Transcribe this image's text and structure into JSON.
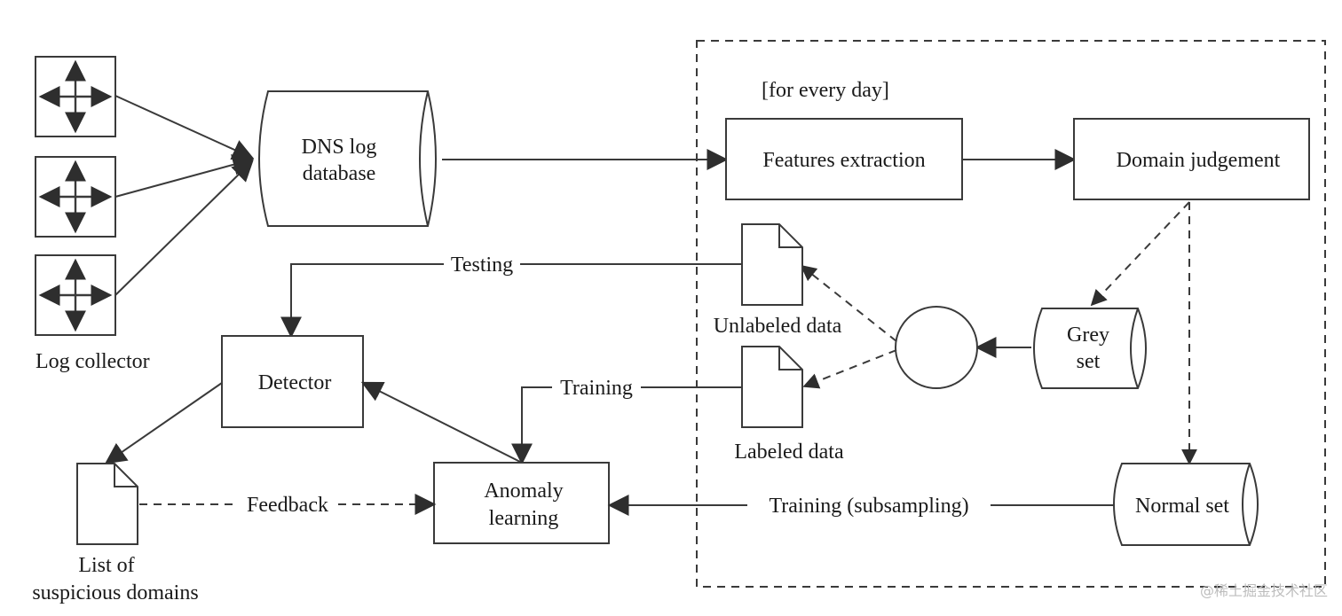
{
  "diagram": {
    "nodes": {
      "log_collector": {
        "label": "Log collector"
      },
      "dns_db": {
        "line1": "DNS log",
        "line2": "database"
      },
      "frame": {
        "caption": "[for every day]"
      },
      "features": {
        "label": "Features extraction"
      },
      "judgement": {
        "label": "Domain judgement"
      },
      "unlabeled": {
        "label": "Unlabeled data"
      },
      "labeled": {
        "label": "Labeled data"
      },
      "grey": {
        "line1": "Grey",
        "line2": "set"
      },
      "normal": {
        "label": "Normal set"
      },
      "detector": {
        "label": "Detector"
      },
      "anomaly": {
        "line1": "Anomaly",
        "line2": "learning"
      },
      "suspicious": {
        "line1": "List of",
        "line2": "suspicious domains"
      }
    },
    "edges": {
      "testing": "Testing",
      "training": "Training",
      "feedback": "Feedback",
      "training_sub": "Training (subsampling)"
    }
  },
  "watermark": "@稀土掘金技术社区"
}
